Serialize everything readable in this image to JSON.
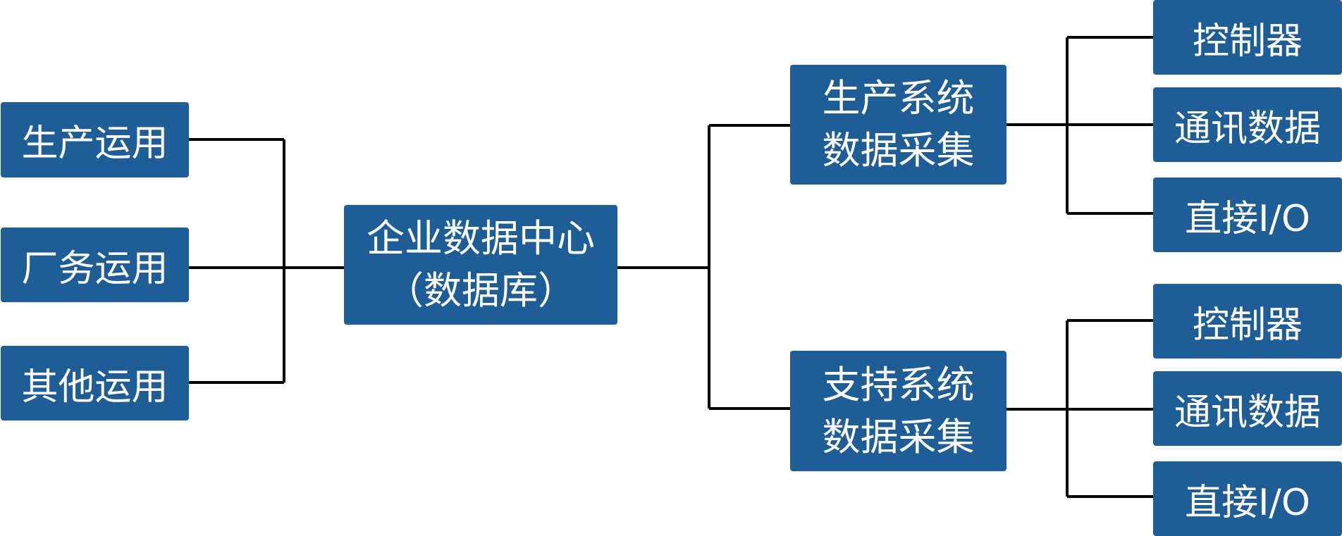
{
  "colors": {
    "box_fill": "#1f5d96",
    "box_text": "#ffffff",
    "connector": "#000000"
  },
  "applications": [
    {
      "label": "生产运用"
    },
    {
      "label": "厂务运用"
    },
    {
      "label": "其他运用"
    }
  ],
  "hub": {
    "line1": "企业数据中心",
    "line2": "（数据库）"
  },
  "systems": [
    {
      "line1": "生产系统",
      "line2": "数据采集",
      "sources": [
        {
          "label": "控制器"
        },
        {
          "label": "通讯数据"
        },
        {
          "label": "直接I/O"
        }
      ]
    },
    {
      "line1": "支持系统",
      "line2": "数据采集",
      "sources": [
        {
          "label": "控制器"
        },
        {
          "label": "通讯数据"
        },
        {
          "label": "直接I/O"
        }
      ]
    }
  ]
}
